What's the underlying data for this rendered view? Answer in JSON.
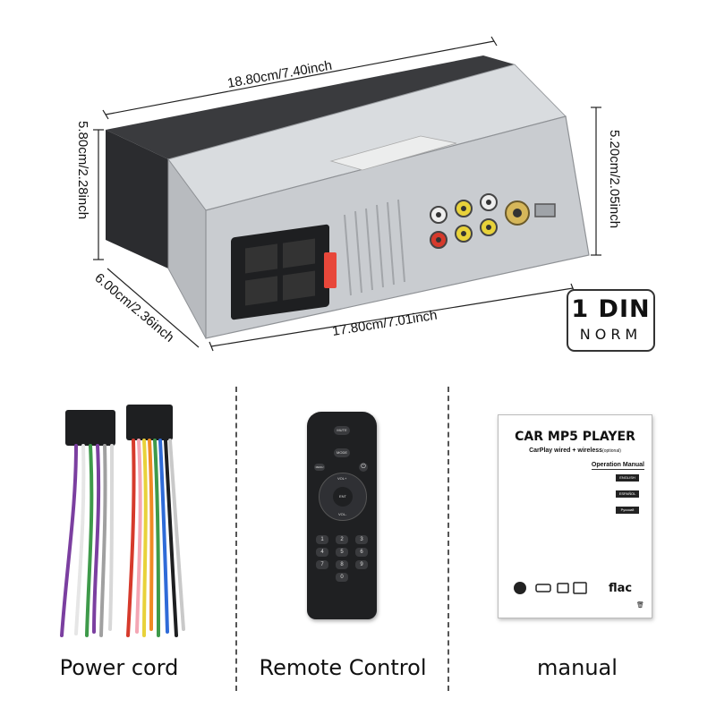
{
  "dimensions": {
    "width_top": "18.80cm/7.40inch",
    "height_left": "5.80cm/2.28inch",
    "height_right": "5.20cm/2.05inch",
    "depth_side": "6.00cm/2.36inch",
    "width_bottom": "17.80cm/7.01inch"
  },
  "badge": {
    "main": "1 DIN",
    "sub": "NORM"
  },
  "remote": {
    "mute": "MUTE",
    "mode": "MODE",
    "menu": "MENU",
    "vol_up": "VOL+",
    "vol_down": "VOL-",
    "ent": "ENT",
    "numbers": [
      "1",
      "2",
      "3",
      "4",
      "5",
      "6",
      "7",
      "8",
      "9",
      "0"
    ]
  },
  "manual": {
    "title": "CAR MP5 PLAYER",
    "subtitle": "CarPlay wired + wireless",
    "subtitle_note": "(optional)",
    "operation": "Operation Manual",
    "languages": [
      "ENGLISH",
      "ESPAÑOL",
      "Русский"
    ],
    "flac": "flac"
  },
  "captions": {
    "power": "Power cord",
    "remote": "Remote Control",
    "manual": "manual"
  },
  "colors": {
    "chassis": "#c9ccd0",
    "connector": "#222222",
    "rca_red": "#d63a2c",
    "rca_yellow": "#e8d23a",
    "fuse": "#e8473a"
  }
}
